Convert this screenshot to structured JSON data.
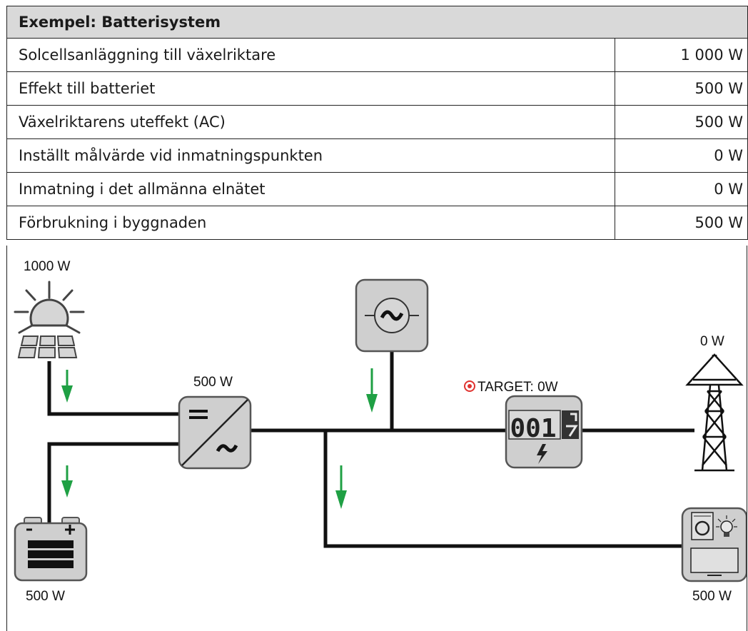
{
  "table": {
    "title": "Exempel: Batterisystem",
    "rows": [
      {
        "label": "Solcellsanläggning till växelriktare",
        "value": "1 000 W"
      },
      {
        "label": "Effekt till batteriet",
        "value": "500 W"
      },
      {
        "label": "Växelriktarens uteffekt (AC)",
        "value": "500 W"
      },
      {
        "label": "Inställt målvärde vid inmatningspunkten",
        "value": "0 W"
      },
      {
        "label": "Inmatning i det allmänna elnätet",
        "value": "0 W"
      },
      {
        "label": "Förbrukning i byggnaden",
        "value": "500 W"
      }
    ]
  },
  "diagram": {
    "pv_label": "1000 W",
    "inverter_label": "500 W",
    "target_label": "TARGET: 0W",
    "grid_label": "0 W",
    "battery_label": "500 W",
    "consumer_label": "500 W",
    "meter_digits": "001",
    "colors": {
      "arrow": "#1fa044",
      "line": "#111111",
      "box_fill": "#cfcfcf",
      "target": "#e0322f"
    }
  }
}
